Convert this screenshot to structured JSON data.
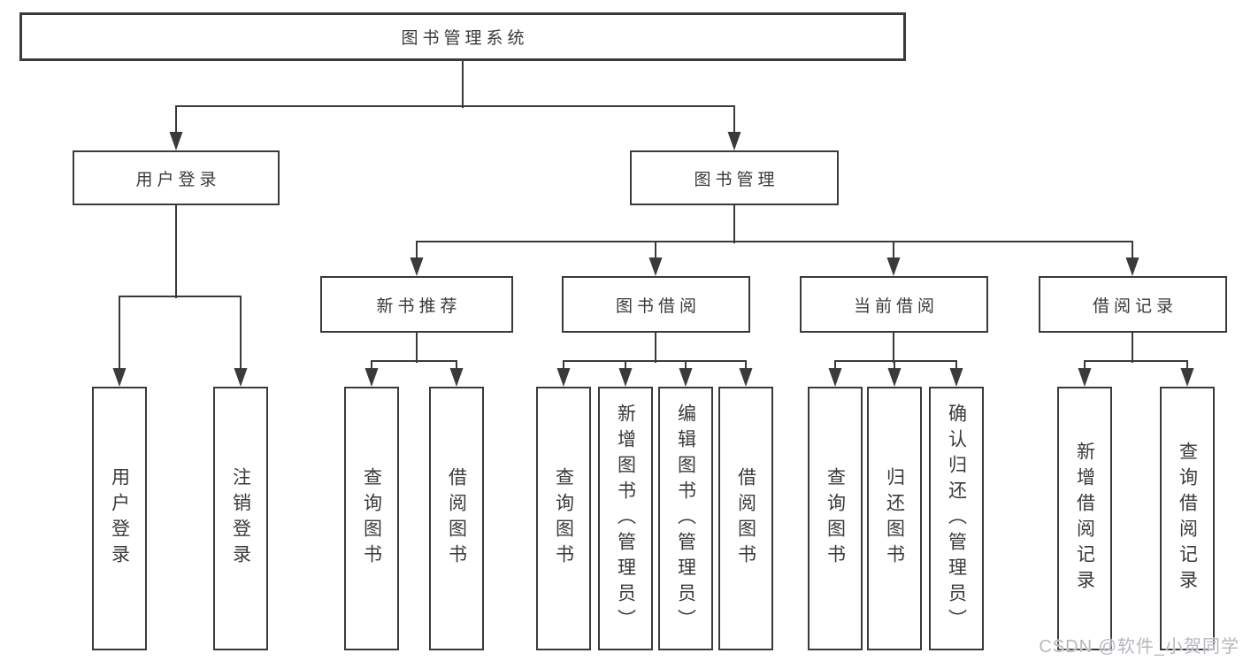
{
  "diagram": {
    "colors": {
      "line": "#3a3a3a",
      "text": "#3a3a3a",
      "background": "#ffffff",
      "watermark": "#b5b8bd"
    },
    "tree": {
      "root": "图书管理系统",
      "branches": [
        {
          "label": "用户登录",
          "children": [
            "用户登录",
            "注销登录"
          ]
        },
        {
          "label": "图书管理",
          "sections": [
            {
              "label": "新书推荐",
              "children": [
                "查询图书",
                "借阅图书"
              ]
            },
            {
              "label": "图书借阅",
              "children": [
                "查询图书",
                "新增图书（管理员）",
                "编辑图书（管理员）",
                "借阅图书"
              ]
            },
            {
              "label": "当前借阅",
              "children": [
                "查询图书",
                "归还图书",
                "确认归还（管理员）"
              ]
            },
            {
              "label": "借阅记录",
              "children": [
                "新增借阅记录",
                "查询借阅记录"
              ]
            }
          ]
        }
      ]
    },
    "watermark": "CSDN @软件_小贺同学"
  }
}
